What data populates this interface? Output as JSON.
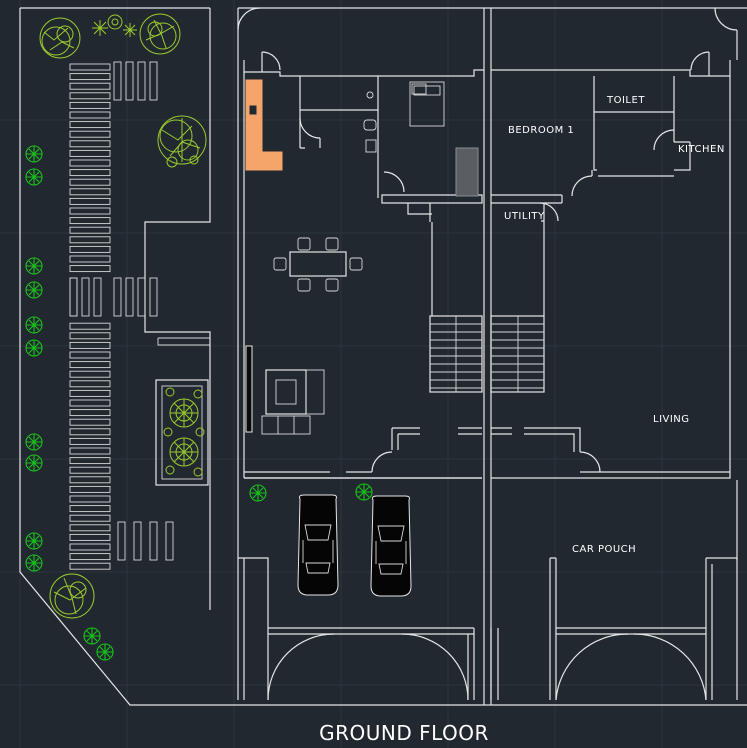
{
  "drawing": {
    "title": "GROUND FLOOR",
    "rooms": {
      "bedroom": "BEDROOM 1",
      "toilet": "TOILET",
      "kitchen": "KITCHEN",
      "utility": "UTILITY",
      "living": "LIVING",
      "car_porch": "CAR POUCH"
    }
  },
  "colors": {
    "background": "#212830",
    "walls": "#e6e6e6",
    "counter": "#f6a56a",
    "stair_block": "#5a5e62",
    "tree": "#9acb2d",
    "shrub": "#19c419"
  }
}
